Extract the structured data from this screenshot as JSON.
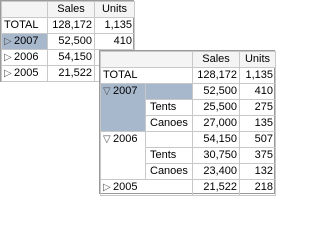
{
  "columns": {
    "sales": "Sales",
    "units": "Units"
  },
  "small_panel": {
    "total": {
      "label": "TOTAL",
      "sales": "128,172",
      "units": "1,135"
    },
    "rows": [
      {
        "label": "2007",
        "sales": "52,500",
        "units": "410",
        "selected": true
      },
      {
        "label": "2006",
        "sales": "54,150",
        "units": "507"
      },
      {
        "label": "2005",
        "sales": "21,522",
        "units": "218"
      }
    ],
    "expander": "▷"
  },
  "large_panel": {
    "total": {
      "label": "TOTAL",
      "sales": "128,172",
      "units": "1,135"
    },
    "y2007": {
      "label": "2007",
      "sales": "52,500",
      "units": "410",
      "expander": "▽"
    },
    "y2007_tents": {
      "label": "Tents",
      "sales": "25,500",
      "units": "275"
    },
    "y2007_canoes": {
      "label": "Canoes",
      "sales": "27,000",
      "units": "135"
    },
    "y2006": {
      "label": "2006",
      "sales": "54,150",
      "units": "507",
      "expander": "▽"
    },
    "y2006_tents": {
      "label": "Tents",
      "sales": "30,750",
      "units": "375"
    },
    "y2006_canoes": {
      "label": "Canoes",
      "sales": "23,400",
      "units": "132"
    },
    "y2005": {
      "label": "2005",
      "sales": "21,522",
      "units": "218",
      "expander": "▷"
    }
  },
  "colors": {
    "selected_row": "#a8b8cc",
    "grid": "#c8c8c8",
    "border": "#9a9a9a"
  }
}
